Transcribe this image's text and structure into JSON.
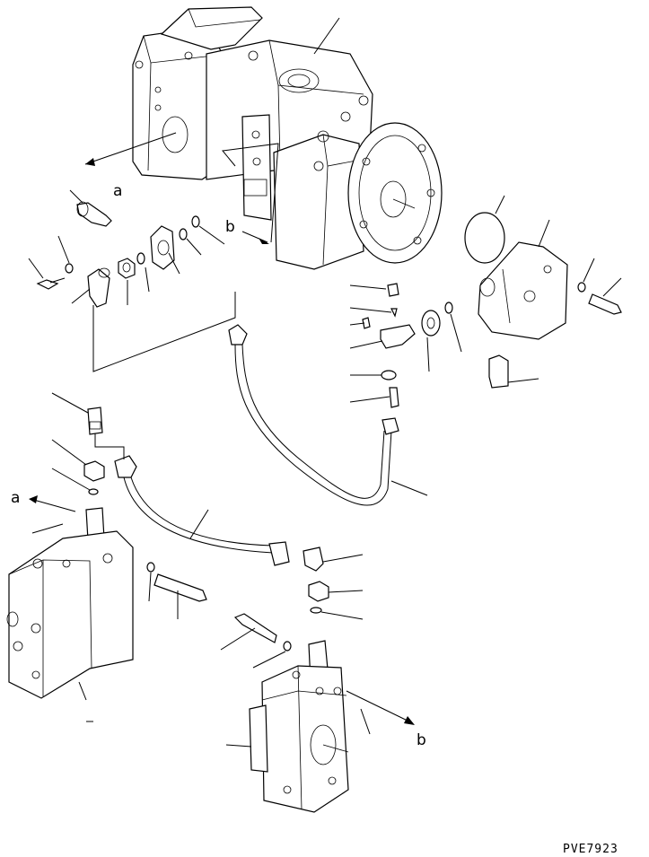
{
  "diagram": {
    "labels": {
      "a_top": "a",
      "b_top": "b",
      "a_bottom": "a",
      "b_bottom": "b"
    },
    "drawing_code": "PVE7923"
  }
}
